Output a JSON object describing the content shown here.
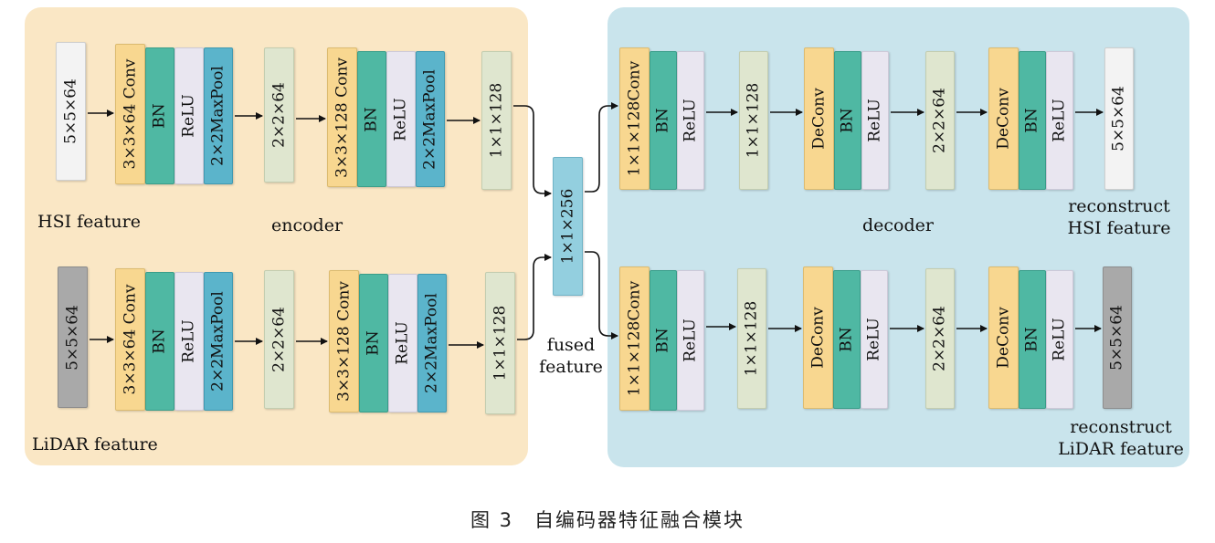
{
  "labels": {
    "hsi_feature": "HSI feature",
    "lidar_feature": "LiDAR feature",
    "encoder": "encoder",
    "decoder": "decoder",
    "fused_line1": "fused",
    "fused_line2": "feature",
    "recon_hsi_line1": "reconstruct",
    "recon_hsi_line2": "HSI feature",
    "recon_lidar_line1": "reconstruct",
    "recon_lidar_line2": "LiDAR feature"
  },
  "encoder_hsi": {
    "input": "5×5×64",
    "conv1": "3×3×64 Conv",
    "bn1": "BN",
    "relu1": "ReLU",
    "pool1": "2×2MaxPool",
    "feat1": "2×2×64",
    "conv2": "3×3×128 Conv",
    "bn2": "BN",
    "relu2": "ReLU",
    "pool2": "2×2MaxPool",
    "out": "1×1×128"
  },
  "encoder_lidar": {
    "input": "5×5×64",
    "conv1": "3×3×64 Conv",
    "bn1": "BN",
    "relu1": "ReLU",
    "pool1": "2×2MaxPool",
    "feat1": "2×2×64",
    "conv2": "3×3×128 Conv",
    "bn2": "BN",
    "relu2": "ReLU",
    "pool2": "2×2MaxPool",
    "out": "1×1×128"
  },
  "fused": "1×1×256",
  "decoder_hsi": {
    "conv1": "1×1×128Conv",
    "bn1": "BN",
    "relu1": "ReLU",
    "feat1": "1×1×128",
    "deconv1": "DeConv",
    "bn2": "BN",
    "relu2": "ReLU",
    "feat2": "2×2×64",
    "deconv2": "DeConv",
    "bn3": "BN",
    "relu3": "ReLU",
    "out": "5×5×64"
  },
  "decoder_lidar": {
    "conv1": "1×1×128Conv",
    "bn1": "BN",
    "relu1": "ReLU",
    "feat1": "1×1×128",
    "deconv1": "DeConv",
    "bn2": "BN",
    "relu2": "ReLU",
    "feat2": "2×2×64",
    "deconv2": "DeConv",
    "bn3": "BN",
    "relu3": "ReLU",
    "out": "5×5×64"
  },
  "caption": "图 3　自编码器特征融合模块"
}
